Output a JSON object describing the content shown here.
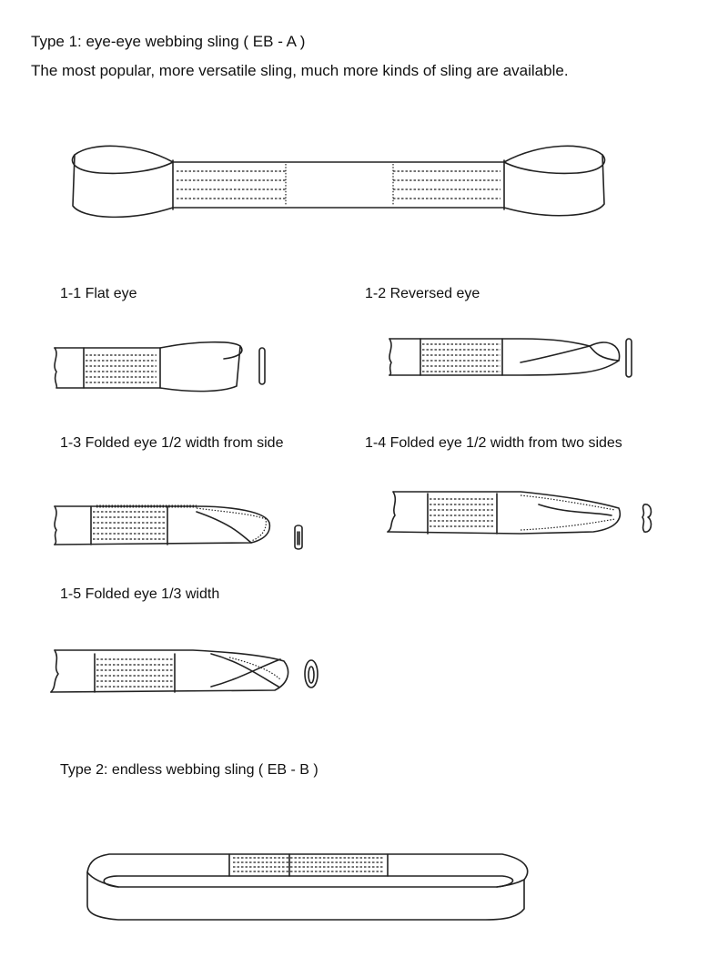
{
  "header": {
    "type1_title": "Type 1: eye-eye webbing sling ( EB - A )",
    "type1_description": "The most popular, more versatile sling, much more kinds of sling are available."
  },
  "variants": [
    {
      "label": "1-1 Flat eye"
    },
    {
      "label": "1-2 Reversed eye"
    },
    {
      "label": "1-3 Folded eye 1/2 width from side"
    },
    {
      "label": "1-4 Folded eye 1/2 width from two sides"
    },
    {
      "label": "1-5 Folded eye 1/3 width"
    }
  ],
  "type2": {
    "title": "Type 2: endless webbing sling ( EB - B )"
  },
  "colors": {
    "line": "#222222",
    "background": "#ffffff"
  }
}
